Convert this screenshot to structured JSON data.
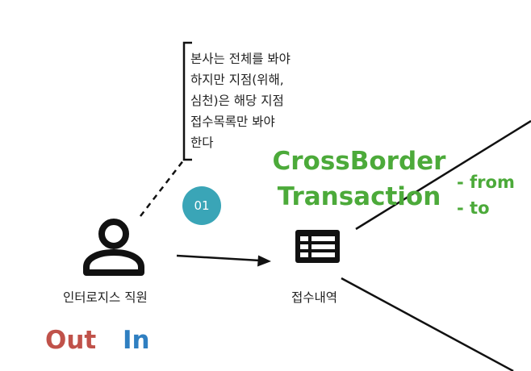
{
  "note": {
    "lines": [
      "본사는 전체를 봐야",
      "하지만 지점(위해,",
      "심천)은 해당 지점",
      "접수목록만 봐야",
      "한다"
    ]
  },
  "badge": "01",
  "title": {
    "line1": "CrossBorder",
    "line2": "Transaction"
  },
  "fields": [
    "- from",
    "- to"
  ],
  "nodes": {
    "user_label": "인터로지스 직원",
    "records_label": "접수내역"
  },
  "legend": {
    "out": "Out",
    "in": "In"
  },
  "colors": {
    "green": "#4caa3a",
    "badge": "#3aa5b7",
    "out": "#c0524a",
    "in": "#2f7fc1"
  }
}
